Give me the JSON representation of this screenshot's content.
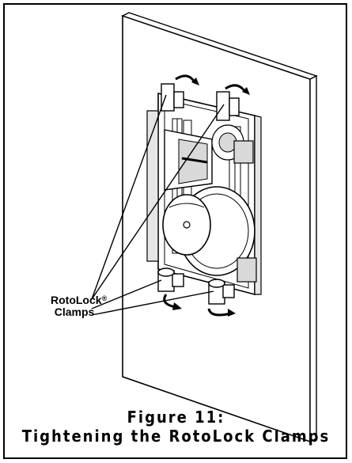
{
  "callout": {
    "name": "RotoLock",
    "mark": "®",
    "line2": "Clamps"
  },
  "caption": {
    "line1": "Figure 11:",
    "line2": "Tightening the RotoLock Clamps"
  },
  "colors": {
    "ink": "#000000",
    "paper": "#ffffff",
    "shade": "#d9d9d9"
  }
}
